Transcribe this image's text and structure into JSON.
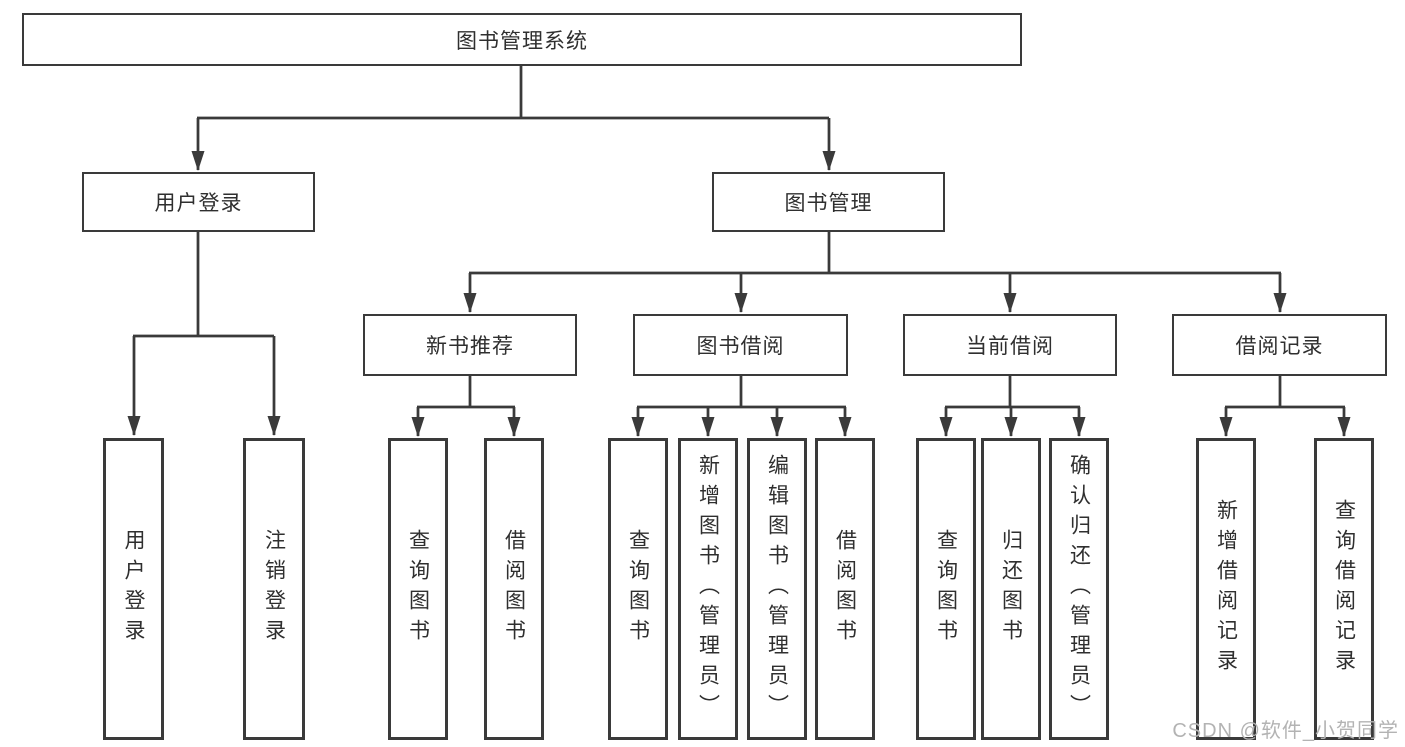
{
  "diagram": {
    "type": "hierarchy-tree",
    "tree": {
      "root": {
        "label": "图书管理系统"
      },
      "branches": [
        {
          "label": "用户登录",
          "children": [
            {
              "label": "用户登录"
            },
            {
              "label": "注销登录"
            }
          ]
        },
        {
          "label": "图书管理",
          "children": [
            {
              "label": "新书推荐",
              "children": [
                {
                  "label": "查询图书"
                },
                {
                  "label": "借阅图书"
                }
              ]
            },
            {
              "label": "图书借阅",
              "children": [
                {
                  "label": "查询图书"
                },
                {
                  "label": "新增图书（管理员）"
                },
                {
                  "label": "编辑图书（管理员）"
                },
                {
                  "label": "借阅图书"
                }
              ]
            },
            {
              "label": "当前借阅",
              "children": [
                {
                  "label": "查询图书"
                },
                {
                  "label": "归还图书"
                },
                {
                  "label": "确认归还（管理员）"
                }
              ]
            },
            {
              "label": "借阅记录",
              "children": [
                {
                  "label": "新增借阅记录"
                },
                {
                  "label": "查询借阅记录"
                }
              ]
            }
          ]
        }
      ]
    }
  },
  "watermark": {
    "text": "CSDN @软件_小贺同学"
  },
  "colors": {
    "line": "#3a3a3a",
    "text": "#2f2f2f",
    "background": "#ffffff",
    "watermark": "#b3b3b3"
  }
}
